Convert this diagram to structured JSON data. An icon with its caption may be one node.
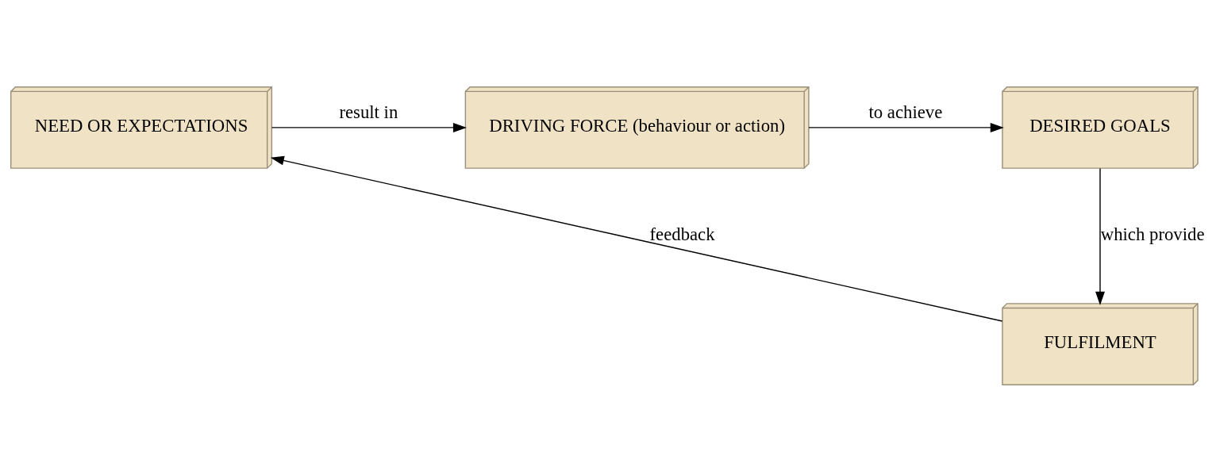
{
  "diagram": {
    "nodes": [
      {
        "text": [
          "NEED OR EXPECTATIONS"
        ]
      },
      {
        "text": [
          "DRIVING FORCE (behaviour or action)"
        ]
      },
      {
        "text": [
          "DESIRED GOALS"
        ]
      },
      {
        "text": [
          "FULFILMENT"
        ]
      }
    ],
    "edges": [
      {
        "from": 0,
        "to": 1,
        "arrow": "to",
        "label": "result in"
      },
      {
        "from": 1,
        "to": 2,
        "arrow": "to",
        "label": "to achieve"
      },
      {
        "from": 2,
        "to": 3,
        "arrow": "to",
        "label": "which provide"
      },
      {
        "from": 3,
        "to": 0,
        "arrow": "to",
        "label": "feedback"
      }
    ]
  }
}
